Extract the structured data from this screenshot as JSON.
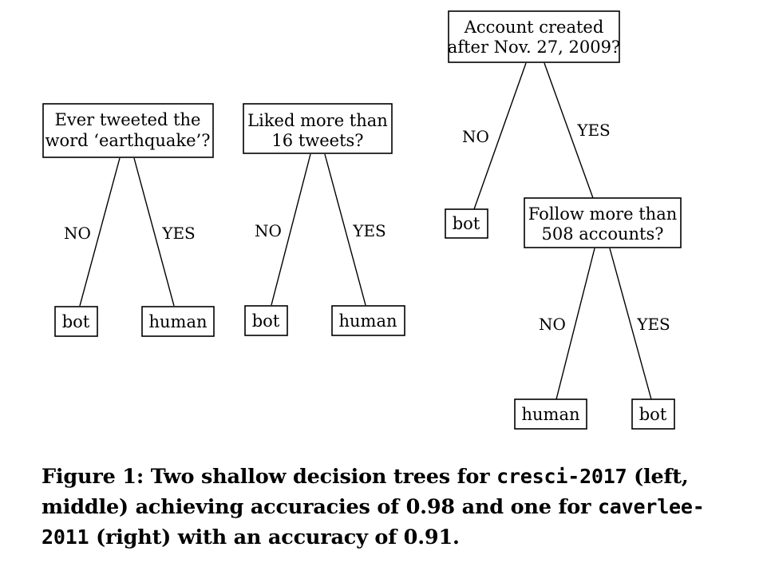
{
  "trees": {
    "left": {
      "question": [
        "Ever tweeted the",
        "word ‘earthquake’?"
      ],
      "no_label": "NO",
      "yes_label": "YES",
      "no_leaf": "bot",
      "yes_leaf": "human"
    },
    "middle": {
      "question": [
        "Liked more than",
        "16 tweets?"
      ],
      "no_label": "NO",
      "yes_label": "YES",
      "no_leaf": "bot",
      "yes_leaf": "human"
    },
    "right": {
      "question": [
        "Account created",
        "after Nov. 27, 2009?"
      ],
      "no_label": "NO",
      "yes_label": "YES",
      "no_leaf": "bot",
      "sub": {
        "question": [
          "Follow more than",
          "508 accounts?"
        ],
        "no_label": "NO",
        "yes_label": "YES",
        "no_leaf": "human",
        "yes_leaf": "bot"
      }
    }
  },
  "caption": {
    "p1": "Figure 1: Two shallow decision trees for ",
    "c1": "cresci-2017",
    "p2": " (left, middle) achieving accuracies of 0.98 and one for ",
    "c2": "caverlee-2011",
    "p3": " (right) with an accuracy of 0.91."
  }
}
